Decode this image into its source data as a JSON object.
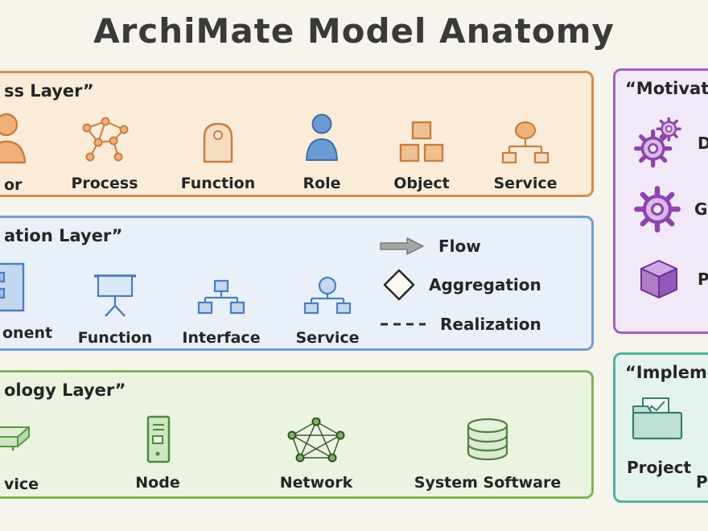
{
  "title": "ArchiMate Model Anatomy",
  "layers": {
    "business": {
      "label": "ss Layer”",
      "items": [
        {
          "name": "actor",
          "label": "or"
        },
        {
          "name": "process",
          "label": "Process"
        },
        {
          "name": "function",
          "label": "Function"
        },
        {
          "name": "role",
          "label": "Role"
        },
        {
          "name": "object",
          "label": "Object"
        },
        {
          "name": "service",
          "label": "Service"
        }
      ]
    },
    "application": {
      "label": "ation Layer”",
      "items": [
        {
          "name": "component",
          "label": "onent"
        },
        {
          "name": "function",
          "label": "Function"
        },
        {
          "name": "interface",
          "label": "Interface"
        },
        {
          "name": "service",
          "label": "Service"
        }
      ],
      "legend": [
        {
          "name": "flow",
          "label": "Flow"
        },
        {
          "name": "aggregation",
          "label": "Aggregation"
        },
        {
          "name": "realization",
          "label": "Realization"
        }
      ]
    },
    "technology": {
      "label": "ology Layer”",
      "items": [
        {
          "name": "device",
          "label": "vice"
        },
        {
          "name": "node",
          "label": "Node"
        },
        {
          "name": "network",
          "label": "Network"
        },
        {
          "name": "system-software",
          "label": "System Software"
        }
      ]
    },
    "motivation": {
      "label": "“Motivation",
      "items": [
        {
          "name": "driver",
          "label": "D"
        },
        {
          "name": "goal",
          "label": "G"
        },
        {
          "name": "principle",
          "label": "P"
        }
      ]
    },
    "implementation": {
      "label": "“Implementat",
      "items": [
        {
          "name": "project",
          "label": "Project"
        },
        {
          "name": "p",
          "label": "P"
        }
      ]
    }
  },
  "colors": {
    "business_border": "#dd8a44",
    "business_fill": "#faecd9",
    "application_border": "#6f9fd6",
    "application_fill": "#e9f0fa",
    "technology_border": "#7cb45c",
    "technology_fill": "#eaf4e1",
    "motivation_border": "#a05fc5",
    "motivation_fill": "#f2e9f8",
    "implementation_border": "#56b09e",
    "implementation_fill": "#e5f3ef",
    "background": "#f7f4ed",
    "text": "#2b2b2b"
  }
}
